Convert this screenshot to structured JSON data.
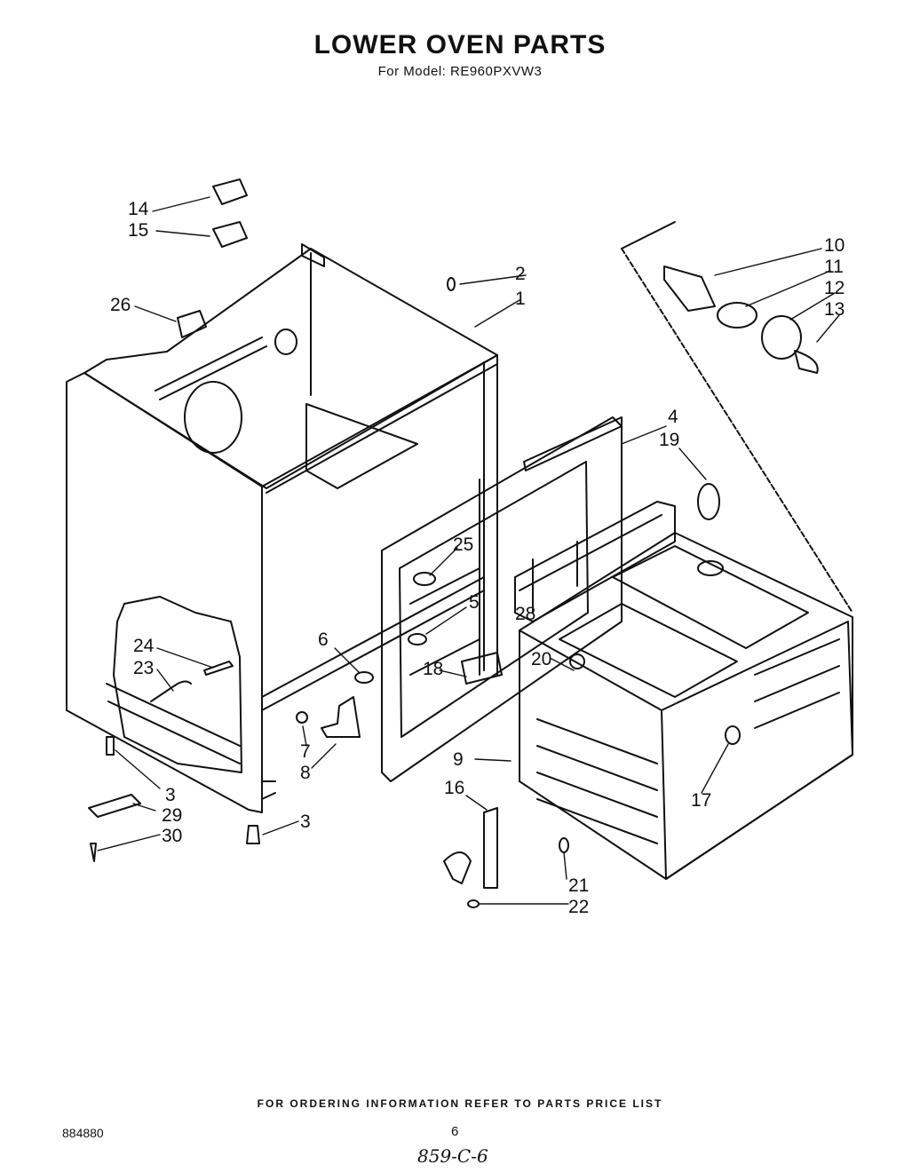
{
  "header": {
    "title": "LOWER OVEN PARTS",
    "model": "For Model: RE960PXVW3"
  },
  "callouts": [
    "1",
    "2",
    "3",
    "3",
    "4",
    "5",
    "6",
    "7",
    "8",
    "9",
    "10",
    "11",
    "12",
    "13",
    "14",
    "15",
    "16",
    "17",
    "18",
    "19",
    "20",
    "21",
    "22",
    "23",
    "24",
    "25",
    "26",
    "28",
    "29",
    "30"
  ],
  "footer": {
    "ordering_note": "FOR ORDERING INFORMATION REFER TO PARTS PRICE LIST",
    "doc_number": "884880",
    "page_number": "6",
    "handwritten_note": "859-C-6"
  }
}
